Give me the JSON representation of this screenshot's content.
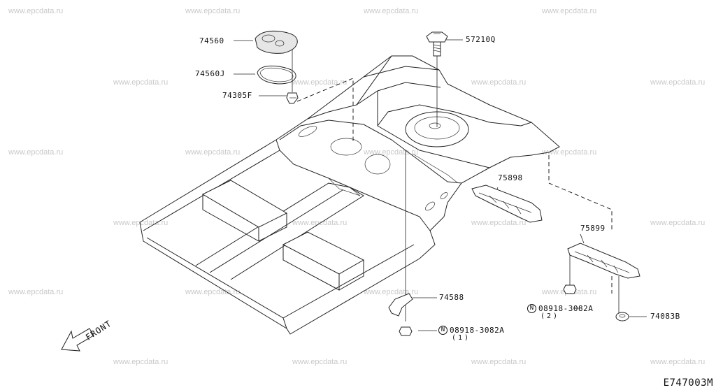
{
  "watermark": "www.epcdata.ru",
  "parts": {
    "p74560": "74560",
    "p74560J": "74560J",
    "p74305F": "74305F",
    "p57210Q": "57210Q",
    "p75898": "75898",
    "p75899": "75899",
    "p74588": "74588",
    "p08918_1": "08918-3082A",
    "qty_1": "(1)",
    "p08918_2": "08918-3082A",
    "qty_2": "(2)",
    "p74083B": "74083B",
    "n_symbol": "N"
  },
  "front_label": "FRONT",
  "diagram_ref": "E747003M"
}
